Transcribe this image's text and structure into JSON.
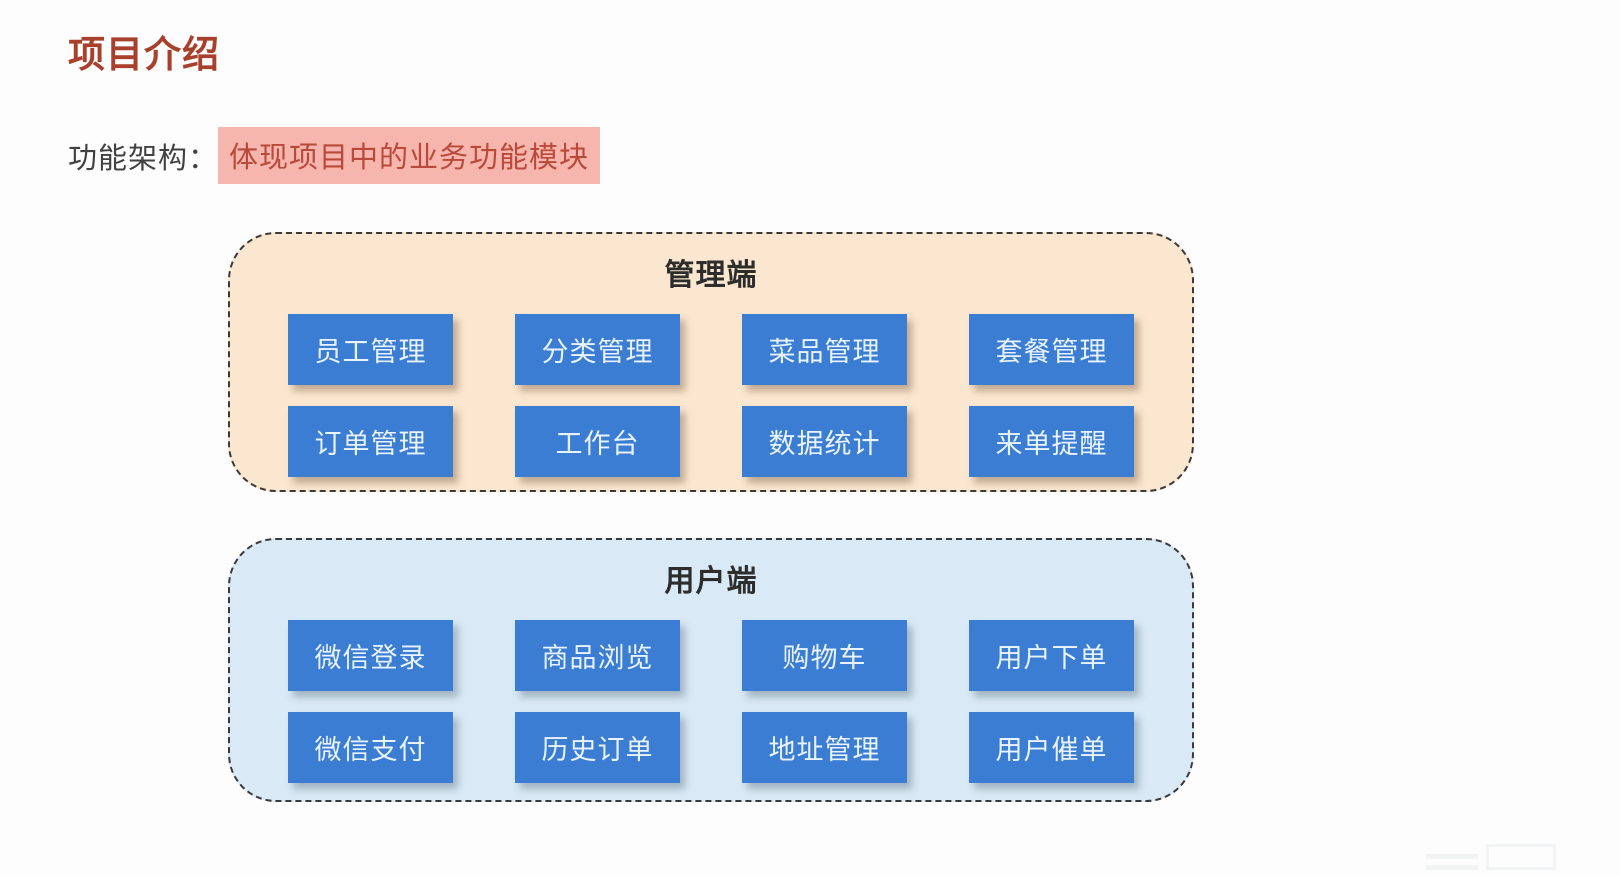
{
  "page": {
    "title": "项目介绍",
    "subtitle_label": "功能架构：",
    "subtitle_highlight": "体现项目中的业务功能模块"
  },
  "colors": {
    "title_text": "#a8402c",
    "highlight_bg": "#f6b5ad",
    "highlight_text": "#b9493a",
    "admin_panel_bg": "#fbe6cf",
    "user_panel_bg": "#d9e9f5",
    "panel_border": "#3a3a3a",
    "module_bg": "#3b7dd2",
    "module_text": "#e9f3fc",
    "panel_title_text": "#2d2d2d"
  },
  "diagram": {
    "panels": [
      {
        "id": "admin",
        "title": "管理端",
        "modules": [
          "员工管理",
          "分类管理",
          "菜品管理",
          "套餐管理",
          "订单管理",
          "工作台",
          "数据统计",
          "来单提醒"
        ]
      },
      {
        "id": "user",
        "title": "用户端",
        "modules": [
          "微信登录",
          "商品浏览",
          "购物车",
          "用户下单",
          "微信支付",
          "历史订单",
          "地址管理",
          "用户催单"
        ]
      }
    ]
  }
}
